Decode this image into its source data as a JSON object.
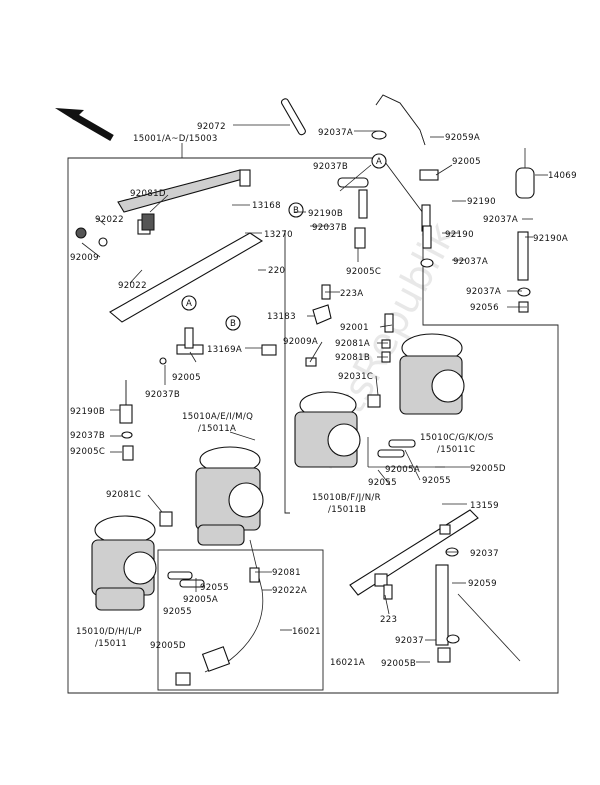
{
  "watermark": "PartsRepublik",
  "labels": {
    "l_92072": "92072",
    "l_15001": "15001/A~D/15003",
    "l_92037A_top": "92037A",
    "l_92059A": "92059A",
    "l_callout_A1": "A",
    "l_92005": "92005",
    "l_14069": "14069",
    "l_92037B_top": "92037B",
    "l_92081D": "92081D",
    "l_13168": "13168",
    "l_callout_B1": "B",
    "l_92190B_top": "92190B",
    "l_92190_a": "92190",
    "l_92037A_mid": "92037A",
    "l_92022_top": "92022",
    "l_92009": "92009",
    "l_13270": "13270",
    "l_92037B_mid": "92037B",
    "l_92190_b": "92190",
    "l_92190A": "92190A",
    "l_92005C_top": "92005C",
    "l_220": "220",
    "l_92037A_mid2": "92037A",
    "l_92022_mid": "92022",
    "l_223A": "223A",
    "l_92037A_low": "92037A",
    "l_92056": "92056",
    "l_callout_A2": "A",
    "l_13183": "13183",
    "l_92001": "92001",
    "l_callout_B2": "B",
    "l_13169A": "13169A",
    "l_92009A": "92009A",
    "l_92081A": "92081A",
    "l_92081B": "92081B",
    "l_92005_mid": "92005",
    "l_92031C": "92031C",
    "l_92037B_low": "92037B",
    "l_92190B_low": "92190B",
    "l_15010A": "15010A/E/I/M/Q",
    "l_15011A": "/15011A",
    "l_15010C": "15010C/G/K/O/S",
    "l_15011C": "/15011C",
    "l_92037B_lower": "92037B",
    "l_92005C_low": "92005C",
    "l_92005D_right": "92005D",
    "l_92005A_right": "92005A",
    "l_92055_right1": "92055",
    "l_92055_right2": "92055",
    "l_15010B": "15010B/F/J/N/R",
    "l_15011B": "/15011B",
    "l_92081C": "92081C",
    "l_13159": "13159",
    "l_92037_right": "92037",
    "l_92081": "92081",
    "l_92022A": "92022A",
    "l_92059": "92059",
    "l_92055_left1": "92055",
    "l_92005A_left": "92005A",
    "l_92055_left2": "92055",
    "l_223": "223",
    "l_15010D": "15010/D/H/L/P",
    "l_15011": "/15011",
    "l_92005D_left": "92005D",
    "l_16021": "16021",
    "l_92037_low": "92037",
    "l_92005B": "92005B",
    "l_16021A": "16021A"
  }
}
